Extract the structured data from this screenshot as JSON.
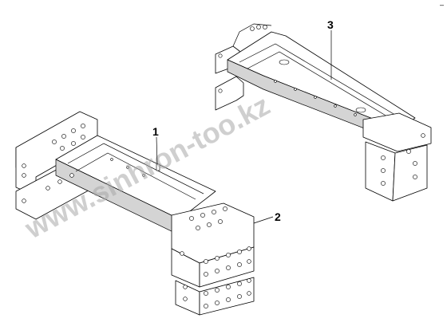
{
  "callouts": [
    {
      "id": "1",
      "label": "1"
    },
    {
      "id": "2",
      "label": "2"
    },
    {
      "id": "3",
      "label": "3"
    }
  ],
  "watermark": "www.sinhron-too.kz",
  "top_right_mark": "–"
}
